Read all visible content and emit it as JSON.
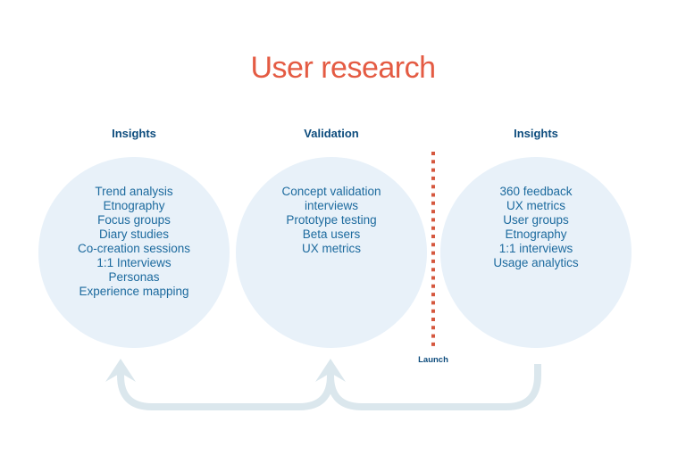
{
  "title": "User research",
  "columns": [
    {
      "header": "Insights",
      "items": [
        "Trend analysis",
        "Etnography",
        "Focus groups",
        "Diary studies",
        "Co-creation sessions",
        "1:1 Interviews",
        "Personas",
        "Experience mapping"
      ]
    },
    {
      "header": "Validation",
      "items": [
        "Concept validation",
        "interviews",
        "Prototype testing",
        "Beta users",
        "UX metrics"
      ]
    },
    {
      "header": "Insights",
      "items": [
        "360 feedback",
        "UX metrics",
        "User groups",
        "Etnography",
        "1:1 interviews",
        "Usage analytics"
      ]
    }
  ],
  "launch_label": "Launch",
  "colors": {
    "title_accent": "#e45b43",
    "heading_navy": "#0d4c7d",
    "body_blue": "#1c6a9e",
    "circle_fill": "#e8f1f9",
    "dash_orange": "#d5583f",
    "arrow_blue_gray": "#dbe7ed"
  }
}
